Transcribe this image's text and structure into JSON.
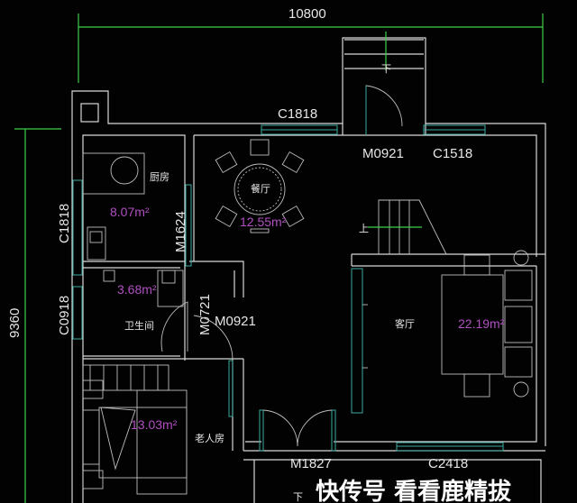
{
  "dimensions": {
    "width_total": "10800",
    "height_total": "9360"
  },
  "openings": {
    "window_top_left": "C1818",
    "door_entry": "M0921",
    "window_top_right": "C1518",
    "window_kitchen": "C1818",
    "door_kitchen": "M1624",
    "window_bath": "C0918",
    "door_bath": "M0721",
    "door_bedroom": "M0921",
    "door_living": "M1827",
    "window_living": "C2418"
  },
  "rooms": {
    "kitchen": {
      "name": "厨房",
      "area": "8.07m²"
    },
    "dining": {
      "name": "餐厅",
      "area": "12.55m²"
    },
    "bathroom": {
      "name": "卫生间",
      "area": "3.68m²"
    },
    "living": {
      "name": "客厅",
      "area": "22.19m²"
    },
    "bedroom": {
      "name": "老人房",
      "area": "13.03m²"
    }
  },
  "stairs": {
    "up_label": "上",
    "down_label": "下"
  },
  "watermark": "快传号 看看鹿精拔",
  "colors": {
    "walls": "#d8d8d8",
    "dimension": "#3fcf4a",
    "windows": "#3aa9a3",
    "area_text": "#b04fc0",
    "background": "#000000"
  }
}
